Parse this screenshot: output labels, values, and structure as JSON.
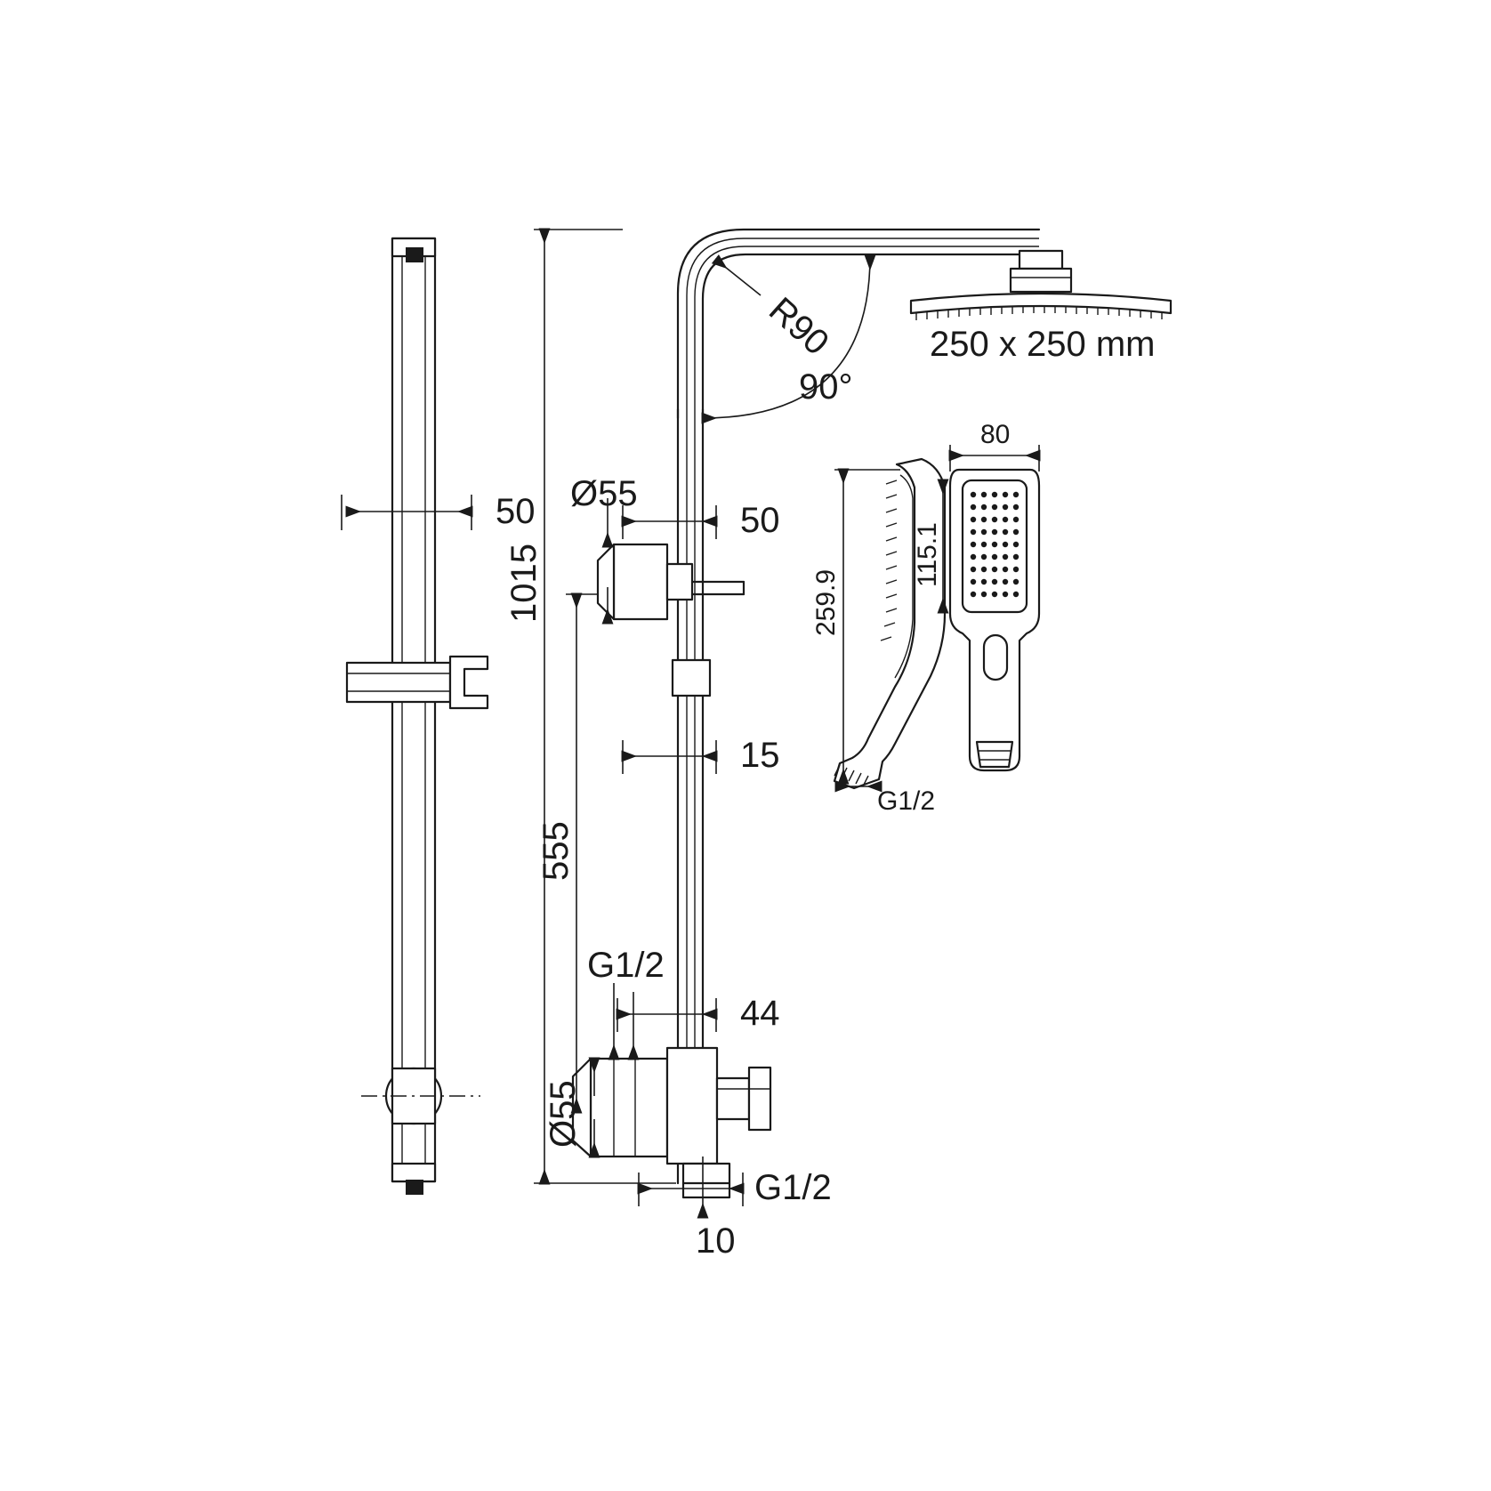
{
  "drawing": {
    "title": "Shower column technical drawing",
    "accent_color": "#1a1a1a",
    "background_color": "#ffffff"
  },
  "dimensions": {
    "rail_offset": "50",
    "overall_height": "1015",
    "head_arm_offset": "50",
    "diverter_flange": "Ø55",
    "riser_offset": "15",
    "mixer_height": "555",
    "inlet_thread_top": "G1/2",
    "mixer_offset": "44",
    "mixer_flange": "Ø55",
    "outlet_thread": "G1/2",
    "outlet_offset": "10",
    "bend_radius": "R90",
    "bend_angle": "90°",
    "rain_head_size": "250 x 250 mm",
    "handset_width": "80",
    "handset_face_height": "115.1",
    "handset_length": "259.9",
    "handset_thread": "G1/2"
  },
  "labels": [
    {
      "id": "rail-offset",
      "text": "50"
    },
    {
      "id": "overall-height",
      "text": "1015"
    },
    {
      "id": "diverter-flange",
      "text": "Ø55"
    },
    {
      "id": "head-arm-offset",
      "text": "50"
    },
    {
      "id": "riser-offset",
      "text": "15"
    },
    {
      "id": "mixer-height",
      "text": "555"
    },
    {
      "id": "inlet-thread",
      "text": "G1/2"
    },
    {
      "id": "mixer-offset",
      "text": "44"
    },
    {
      "id": "mixer-flange",
      "text": "Ø55"
    },
    {
      "id": "outlet-thread",
      "text": "G1/2"
    },
    {
      "id": "outlet-offset",
      "text": "10"
    },
    {
      "id": "bend-radius",
      "text": "R90"
    },
    {
      "id": "bend-angle",
      "text": "90°"
    },
    {
      "id": "rain-head-size",
      "text": "250 x 250 mm"
    },
    {
      "id": "handset-width",
      "text": "80"
    },
    {
      "id": "handset-face-height",
      "text": "115.1"
    },
    {
      "id": "handset-length",
      "text": "259.9"
    },
    {
      "id": "handset-thread",
      "text": "G1/2"
    }
  ]
}
